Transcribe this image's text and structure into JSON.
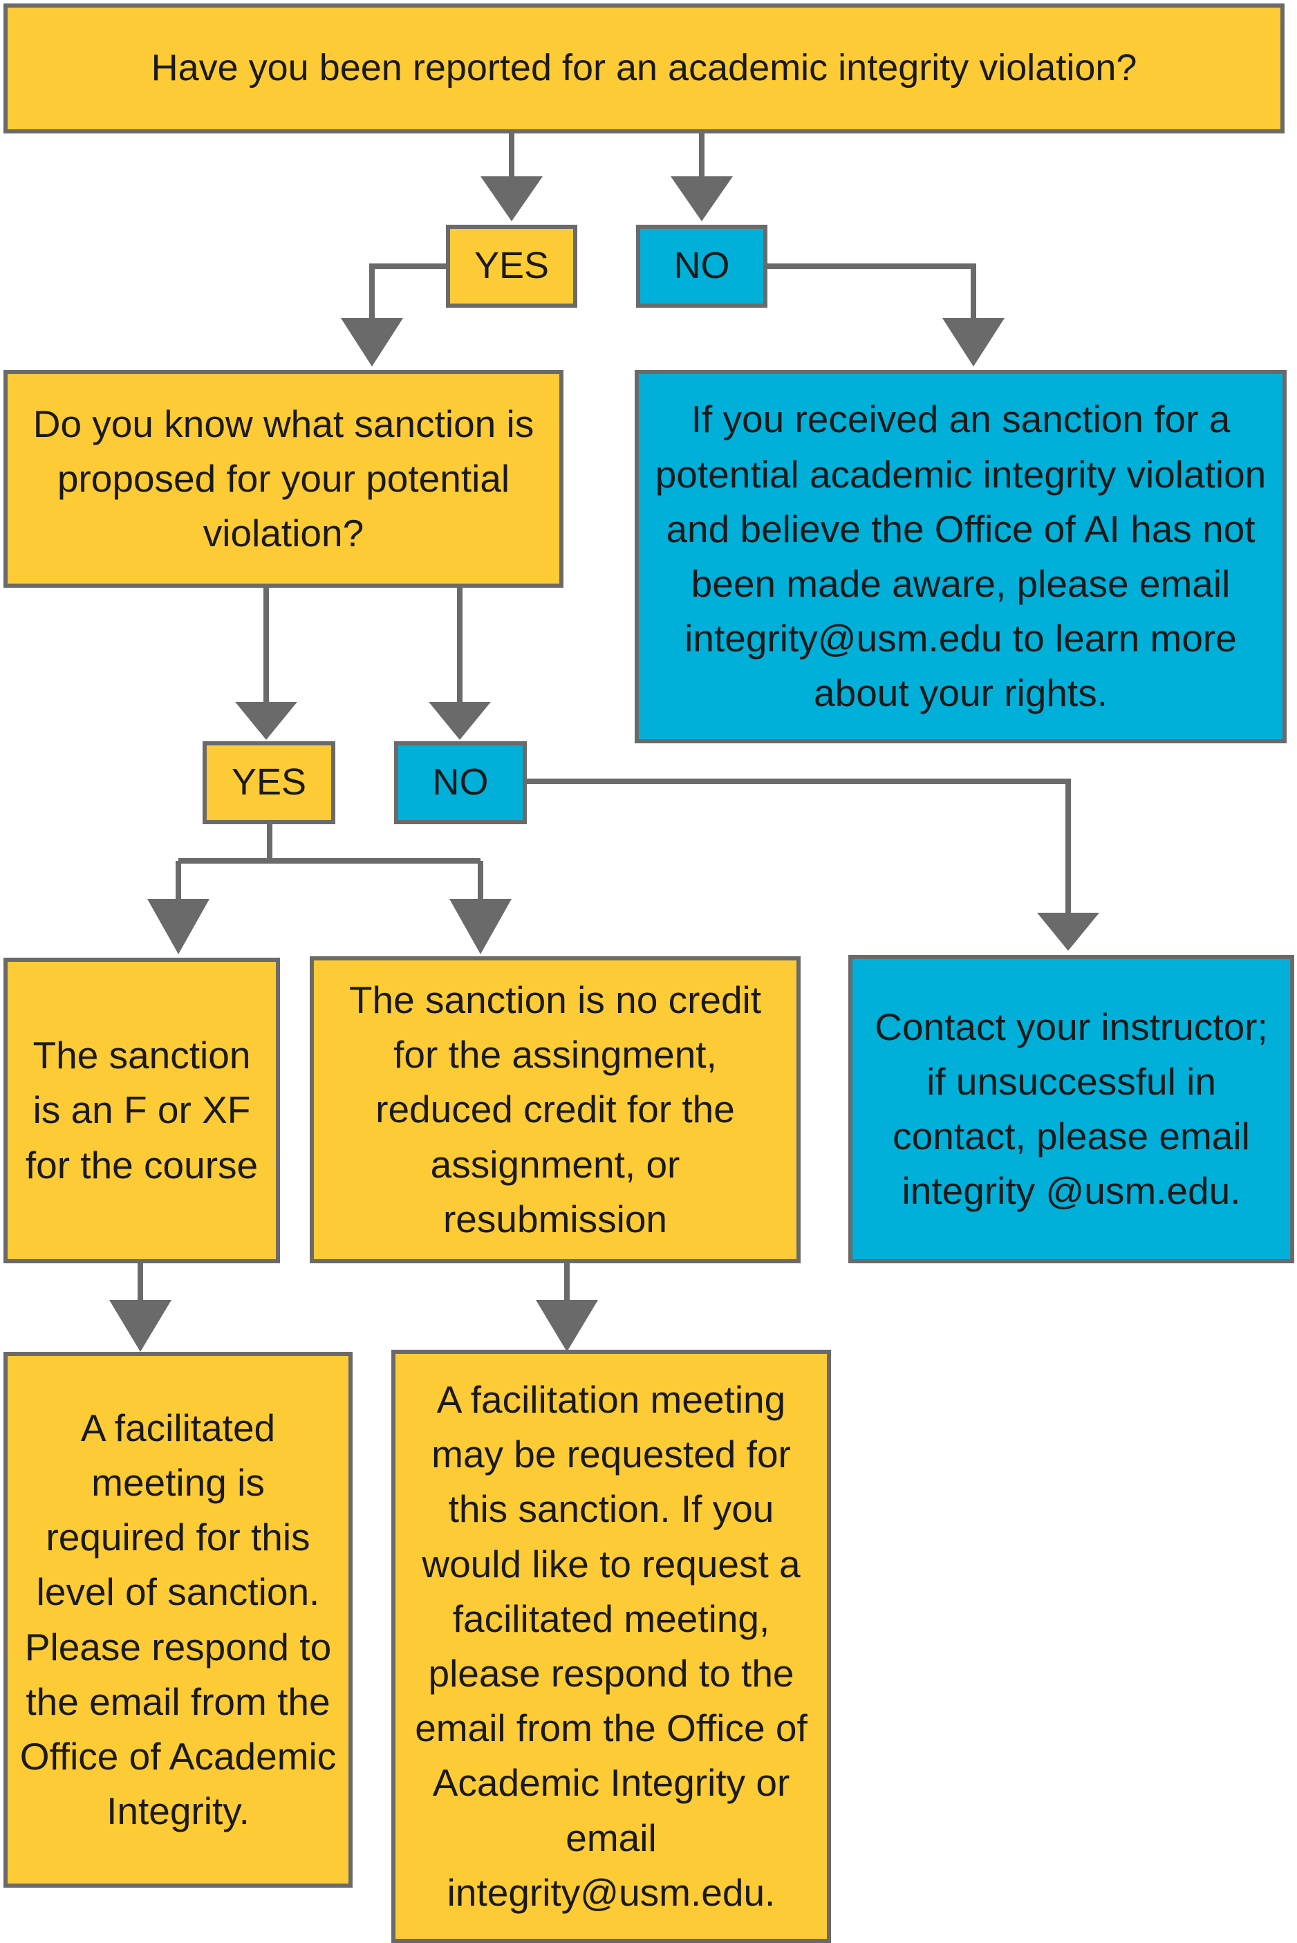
{
  "colors": {
    "yellow": "#fccb35",
    "blue": "#00b0d8",
    "line": "#6a6a6a",
    "text": "#1a1a1a"
  },
  "nodes": {
    "q1": "Have you been reported for an academic integrity violation?",
    "q1_yes": "YES",
    "q1_no": "NO",
    "q1_no_result": "If you received an sanction for a potential academic integrity violation and believe the Office of AI has not been made aware, please email integrity@usm.edu to learn more about your rights.",
    "q2": "Do you know what sanction is proposed for your potential violation?",
    "q2_yes": "YES",
    "q2_no": "NO",
    "q2_no_result": "Contact your instructor; if unsuccessful in contact, please email integrity @usm.edu.",
    "sanction_f": "The sanction is an F or XF for the course",
    "sanction_credit": "The sanction is no credit for the assingment, reduced credit for the assignment, or resubmission",
    "result_f": "A facilitated meeting is required for this level of sanction. Please respond to the email from the Office of Academic Integrity.",
    "result_credit": "A facilitation meeting may be requested for this sanction. If you would like to request a facilitated meeting, please respond to the email from the Office of Academic Integrity or email integrity@usm.edu."
  }
}
